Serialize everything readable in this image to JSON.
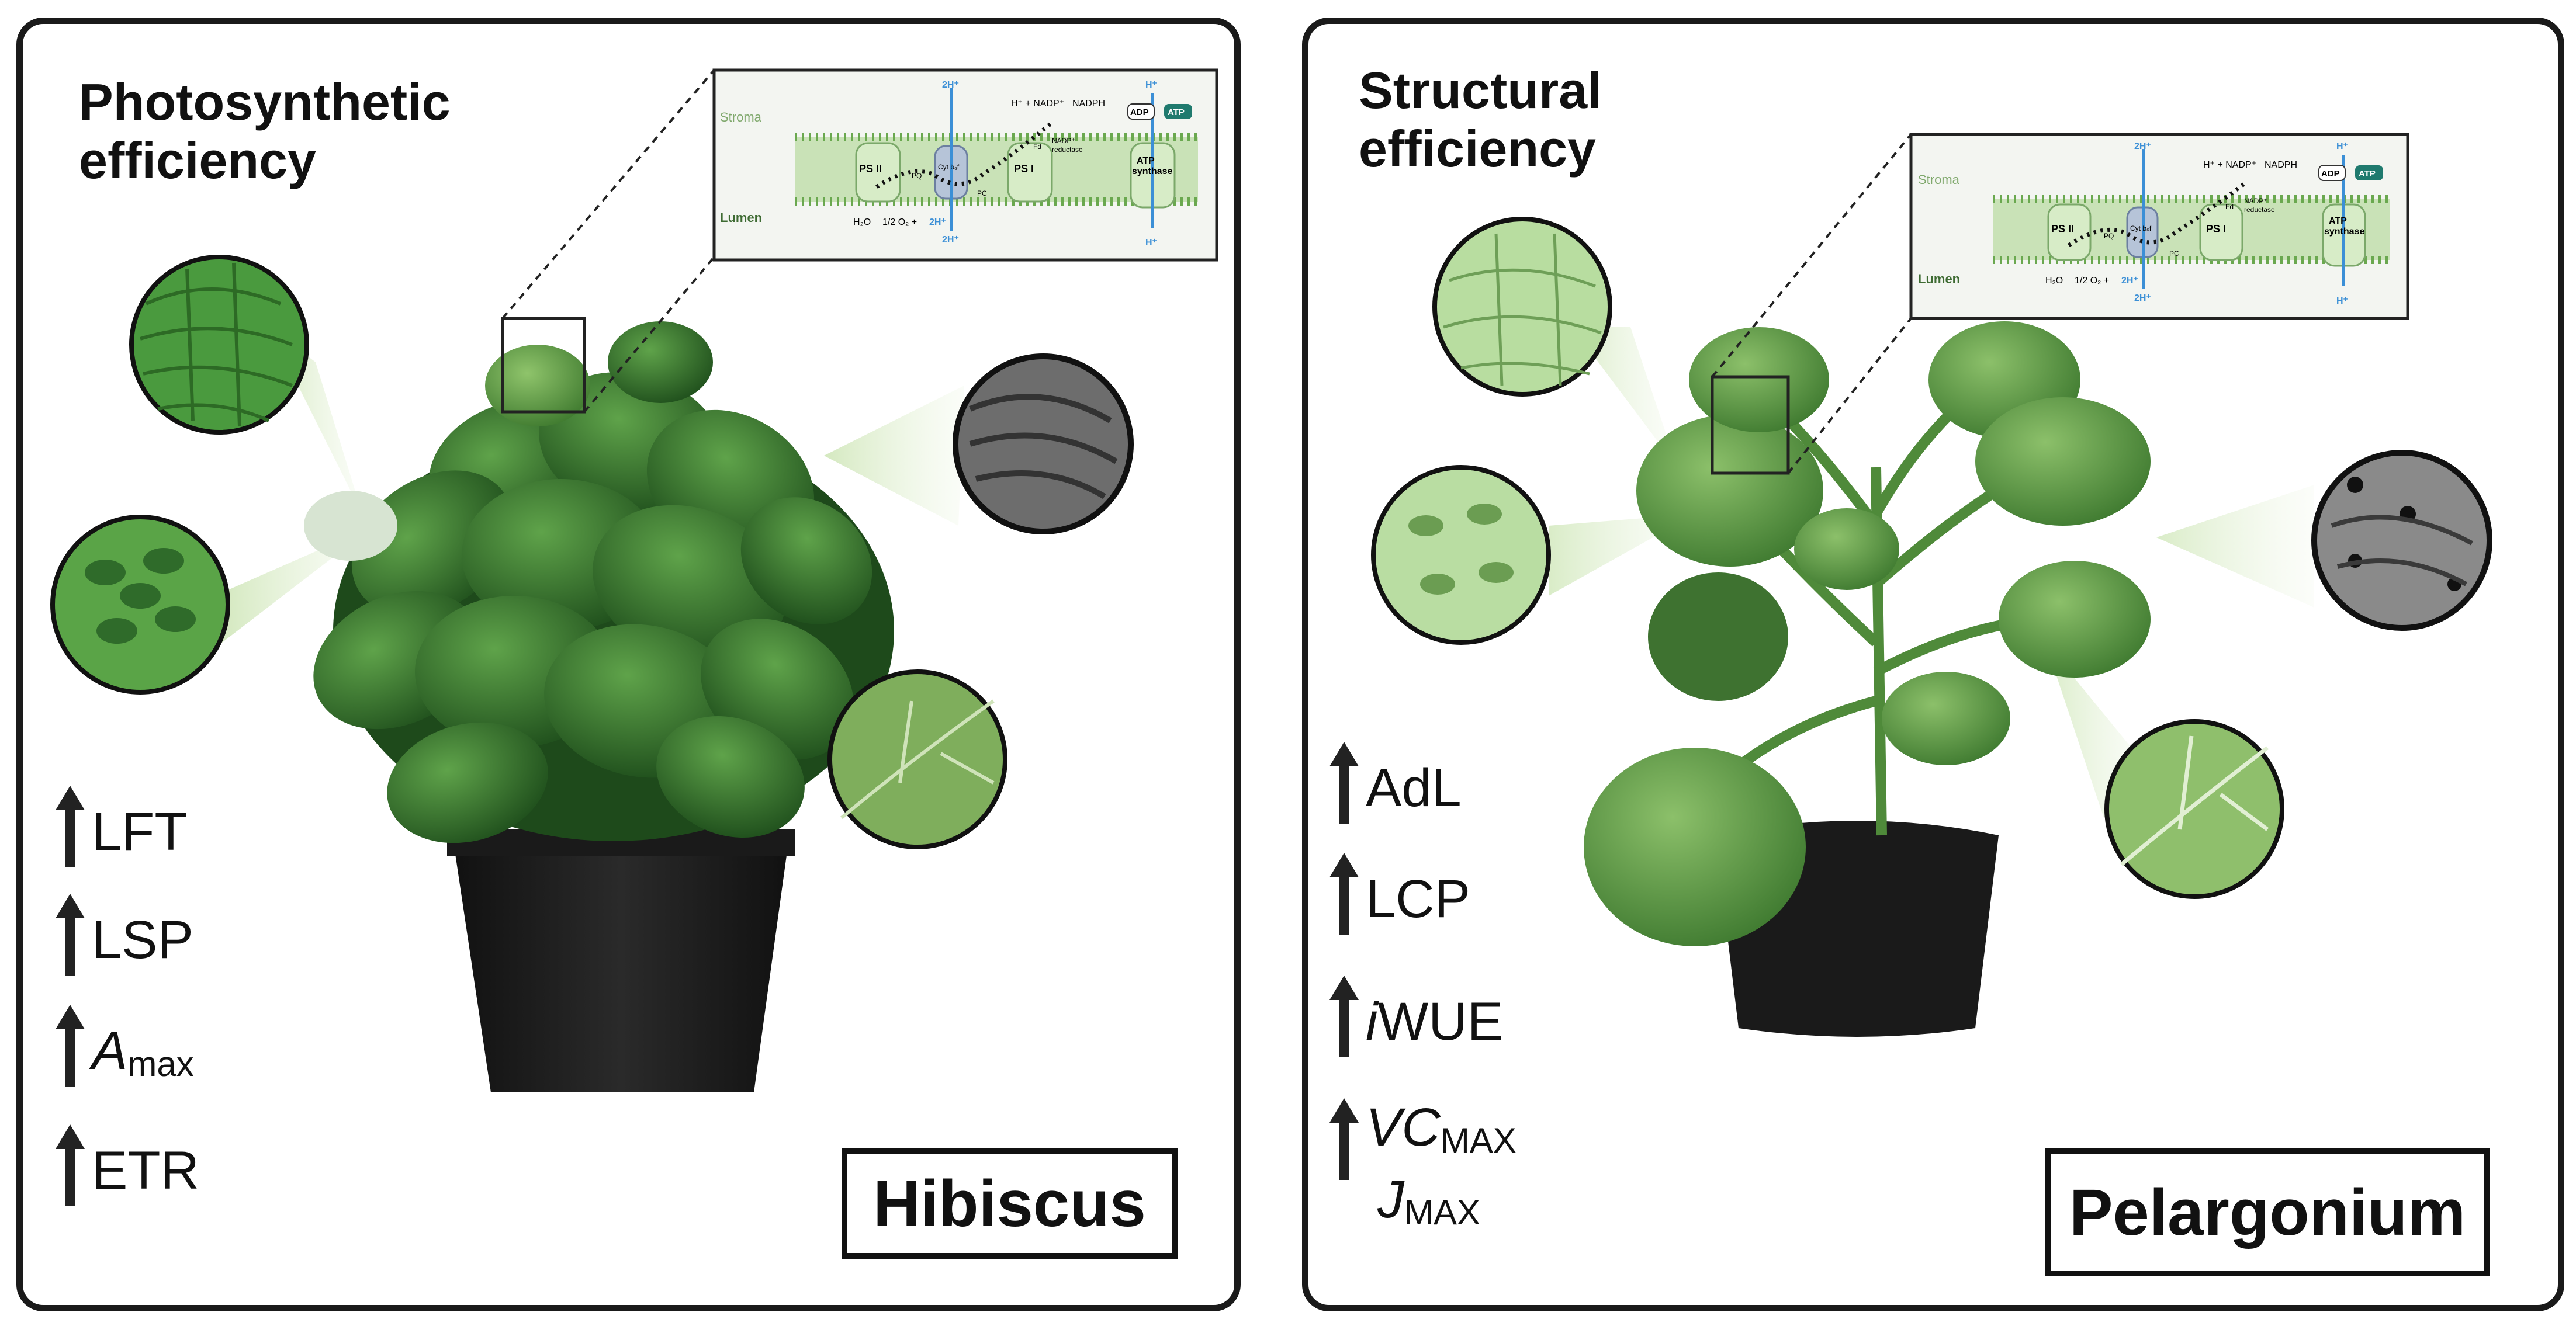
{
  "colors": {
    "leaf_dark": "#2f6b2a",
    "leaf_mid": "#4c8f3a",
    "leaf_light": "#9bcf7f",
    "membrane": "#6aa84f",
    "pot": "#1c1c1c",
    "accent_blue": "#3b8fd6",
    "atp_teal": "#1f7a6e"
  },
  "left": {
    "title_line1": "Photosynthetic",
    "title_line2": "efficiency",
    "metrics": [
      {
        "label": "LFT"
      },
      {
        "label": "LSP"
      },
      {
        "label_main": "A",
        "label_sub": "max"
      },
      {
        "label": "ETR"
      }
    ],
    "species": "Hibiscus"
  },
  "right": {
    "title_line1": "Structural",
    "title_line2": "efficiency",
    "metrics": [
      {
        "label": "AdL"
      },
      {
        "label": "LCP"
      },
      {
        "label_pre": "i",
        "label": "WUE"
      },
      {
        "label_main": "VC",
        "label_sub": "MAX"
      },
      {
        "label_main": "J",
        "label_sub": "MAX"
      }
    ],
    "species": "Pelargonium"
  },
  "inset": {
    "stroma": "Stroma",
    "lumen": "Lumen",
    "ps2": "PS II",
    "ps1": "PS I",
    "pq": "PQ",
    "cytb6f": "Cyt b₆f",
    "pc": "PC",
    "fd": "Fd",
    "nadp_reductase_1": "NADP⁺",
    "nadp_reductase_2": "reductase",
    "atp_synthase_1": "ATP",
    "atp_synthase_2": "synthase",
    "adp": "ADP",
    "atp": "ATP",
    "h_top": "H⁺",
    "h_bottom": "H⁺",
    "two_h_top": "2H⁺",
    "two_h_bottom": "2H⁺",
    "nadp_eq": "H⁺ + NADP⁺",
    "nadph": "NADPH",
    "water": "H₂O",
    "half_o2": "1/2 O₂ +",
    "two_h_plus": "2H⁺"
  }
}
